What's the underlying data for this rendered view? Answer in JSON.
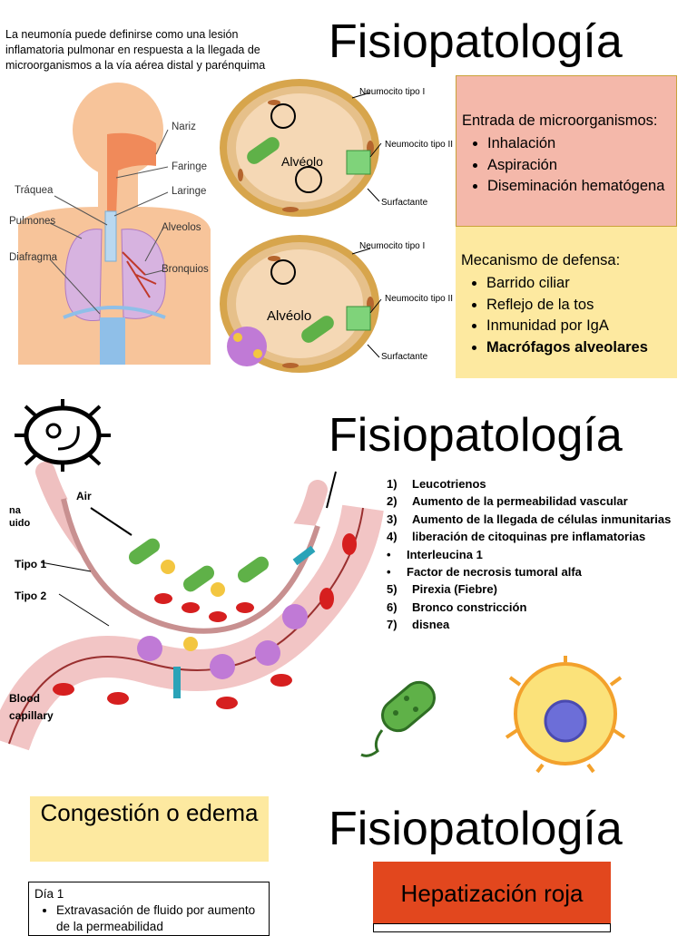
{
  "panel1": {
    "title": "Fisiopatología",
    "intro": "La neumonía puede definirse como una lesión inflamatoria pulmonar en respuesta a la llegada de microorganismos a la vía aérea distal y parénquima",
    "anatomy_labels": {
      "nariz": "Nariz",
      "faringe": "Faringe",
      "traquea": "Tráquea",
      "laringe": "Laringe",
      "pulmones": "Pulmones",
      "alveolos": "Alveolos",
      "diafragma": "Diafragma",
      "bronquios": "Bronquios"
    },
    "alveolus_labels": {
      "neumocito1": "Neumocito tipo I",
      "neumocito2": "Neumocito tipo II",
      "surfactante": "Surfactante",
      "alveolo_top": "Alvéolo",
      "alveolo_bottom": "Alvéolo"
    },
    "box_entry": {
      "heading": "Entrada de microorganismos:",
      "items": [
        "Inhalación",
        "Aspiración",
        "Diseminación hematógena"
      ],
      "bg": "#f4b8aa"
    },
    "box_defense": {
      "heading": "Mecanismo de defensa:",
      "items": [
        "Barrido ciliar",
        "Reflejo de la tos",
        "Inmunidad por IgA"
      ],
      "bold_item": "Macrófagos alveolares",
      "bg": "#fde9a0"
    }
  },
  "panel2": {
    "title": "Fisiopatología",
    "diagram_labels": {
      "air": "Air",
      "fluid": "na\nuido",
      "tipo1": "Tipo 1",
      "tipo2": "Tipo 2",
      "blood": "Blood",
      "capillary": "capillary"
    },
    "steps": [
      {
        "marker": "1)",
        "text": "Leucotrienos"
      },
      {
        "marker": "2)",
        "text": "Aumento de la permeabilidad vascular"
      },
      {
        "marker": "3)",
        "text": "Aumento de la llegada de células inmunitarias"
      },
      {
        "marker": "4)",
        "text": "liberación de citoquinas pre inflamatorias"
      },
      {
        "marker": "•",
        "text": "Interleucina 1"
      },
      {
        "marker": "•",
        "text": "Factor de necrosis tumoral alfa"
      },
      {
        "marker": "5)",
        "text": "Pirexia (Fiebre)"
      },
      {
        "marker": "6)",
        "text": "Bronco constricción"
      },
      {
        "marker": "7)",
        "text": "disnea"
      }
    ]
  },
  "panel3": {
    "title": "Fisiopatología",
    "congestion_label": "Congestión o edema",
    "congestion_bg": "#fde9a0",
    "day_box": {
      "heading": "Día 1",
      "item": "Extravasación de fluido por aumento de la permeabilidad"
    },
    "hepatization_label": "Hepatización roja",
    "hepatization_bg": "#e2471e"
  }
}
